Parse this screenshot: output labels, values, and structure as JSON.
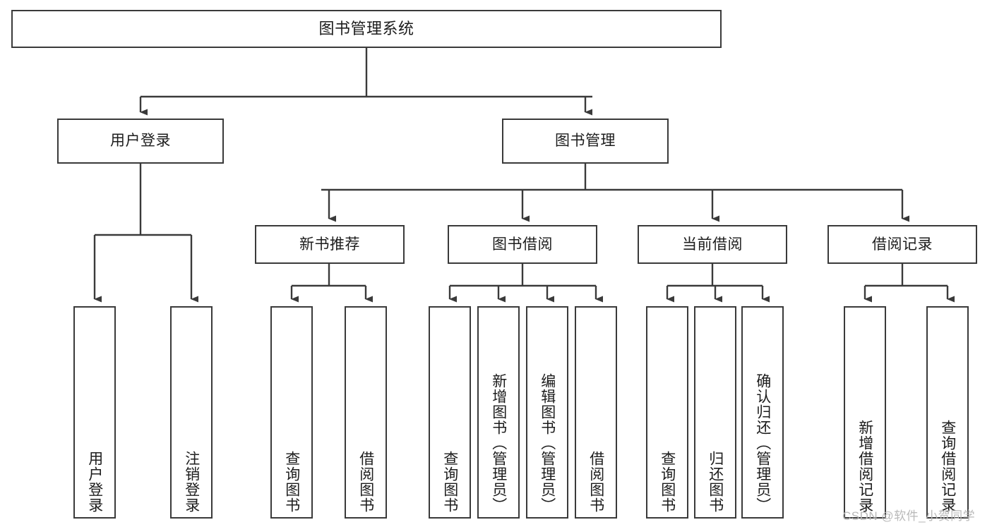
{
  "diagram": {
    "title": "图书管理系统",
    "type": "function-structure-tree",
    "watermark": "CSDN @软件_小贺同学",
    "colors": {
      "border": "#3a3a3a",
      "connector": "#3a3a3a",
      "node_fill": "#ffffff",
      "text": "#1c1c1c",
      "background": "#ffffff",
      "watermark": "#b9b9b9"
    },
    "root": {
      "label": "图书管理系统"
    },
    "level2": [
      {
        "label": "用户登录"
      },
      {
        "label": "图书管理"
      }
    ],
    "level3": [
      {
        "label": "新书推荐"
      },
      {
        "label": "图书借阅"
      },
      {
        "label": "当前借阅"
      },
      {
        "label": "借阅记录"
      }
    ],
    "leaves": {
      "user_login": [
        {
          "label": "用户登录"
        },
        {
          "label": "注销登录"
        }
      ],
      "new_book_recommend": [
        {
          "label": "查询图书"
        },
        {
          "label": "借阅图书"
        }
      ],
      "book_borrow": [
        {
          "label": "查询图书"
        },
        {
          "label": "新增图书（管理员）"
        },
        {
          "label": "编辑图书（管理员）"
        },
        {
          "label": "借阅图书"
        }
      ],
      "current_borrow": [
        {
          "label": "查询图书"
        },
        {
          "label": "归还图书"
        },
        {
          "label": "确认归还（管理员）"
        }
      ],
      "borrow_record": [
        {
          "label": "新增借阅记录"
        },
        {
          "label": "查询借阅记录"
        }
      ]
    }
  }
}
